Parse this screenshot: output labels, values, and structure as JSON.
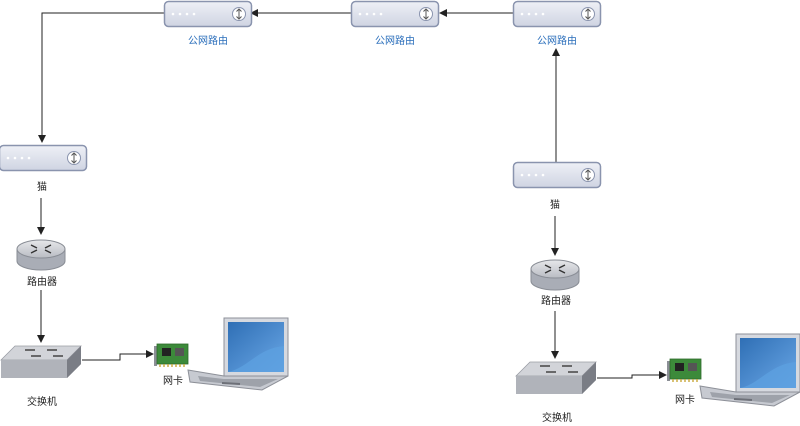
{
  "colors": {
    "router_label": "#2a6ebb",
    "label": "#222222",
    "connector": "#222222",
    "device_body": "#dfe3ee",
    "device_border": "#8a94ae",
    "screen": "#2f6fb5"
  },
  "labels": {
    "public_router_1": "公网路由",
    "public_router_2": "公网路由",
    "public_router_3": "公网路由",
    "modem_left": "猫",
    "modem_right": "猫",
    "router_left": "路由器",
    "router_right": "路由器",
    "switch_left": "交换机",
    "switch_right": "交换机",
    "nic_left": "网卡",
    "nic_right": "网卡"
  },
  "icons": {
    "public_router": "rack-router-icon",
    "modem": "modem-icon",
    "router": "router-icon",
    "switch": "switch-icon",
    "nic": "network-card-icon",
    "laptop": "laptop-icon"
  }
}
